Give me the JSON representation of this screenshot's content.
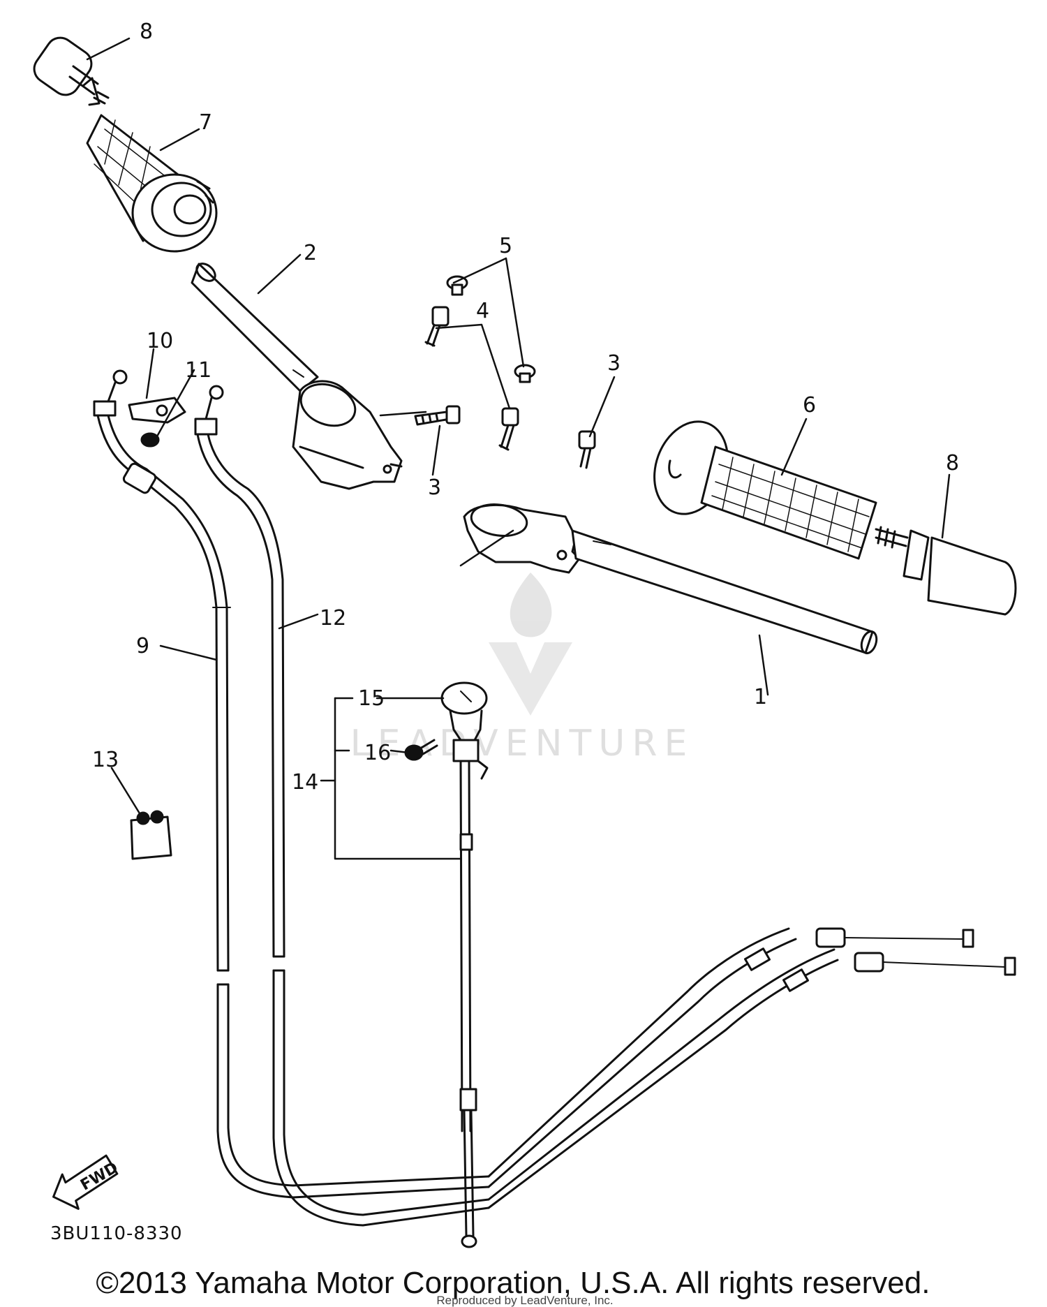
{
  "diagram": {
    "part_labels": [
      "1",
      "2",
      "3",
      "3",
      "4",
      "5",
      "6",
      "7",
      "8",
      "8",
      "9",
      "10",
      "11",
      "12",
      "13",
      "14",
      "15",
      "16"
    ],
    "direction_label": "FWD",
    "reference_code": "3BU110-8330",
    "watermark_text": "LEADVENTURE",
    "copyright": "©2013 Yamaha Motor Corporation, U.S.A. All rights reserved.",
    "credit_line": "Reproduced by LeadVenture, Inc."
  }
}
